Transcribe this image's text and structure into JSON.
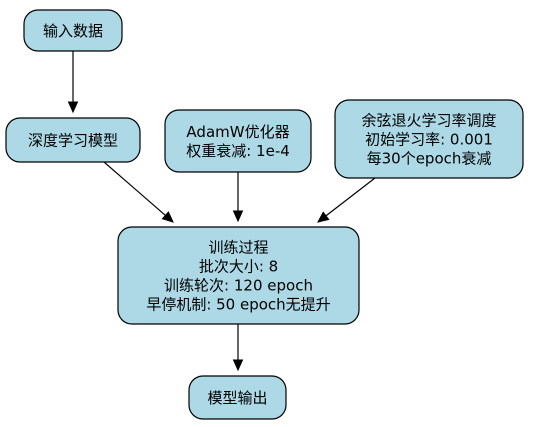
{
  "diagram": {
    "nodes": {
      "input": {
        "lines": [
          "输入数据"
        ]
      },
      "model": {
        "lines": [
          "深度学习模型"
        ]
      },
      "optimizer": {
        "lines": [
          "AdamW优化器",
          "权重衰减: 1e-4"
        ]
      },
      "scheduler": {
        "lines": [
          "余弦退火学习率调度",
          "初始学习率: 0.001",
          "每30个epoch衰减"
        ]
      },
      "training": {
        "lines": [
          "训练过程",
          "批次大小: 8",
          "训练轮次: 120 epoch",
          "早停机制: 50 epoch无提升"
        ]
      },
      "output": {
        "lines": [
          "模型输出"
        ]
      }
    },
    "edges": [
      {
        "from": "input",
        "to": "model"
      },
      {
        "from": "model",
        "to": "training"
      },
      {
        "from": "optimizer",
        "to": "training"
      },
      {
        "from": "scheduler",
        "to": "training"
      },
      {
        "from": "training",
        "to": "output"
      }
    ],
    "colors": {
      "node_fill": "#ADD8E6",
      "node_stroke": "#000000",
      "edge": "#000000"
    }
  }
}
